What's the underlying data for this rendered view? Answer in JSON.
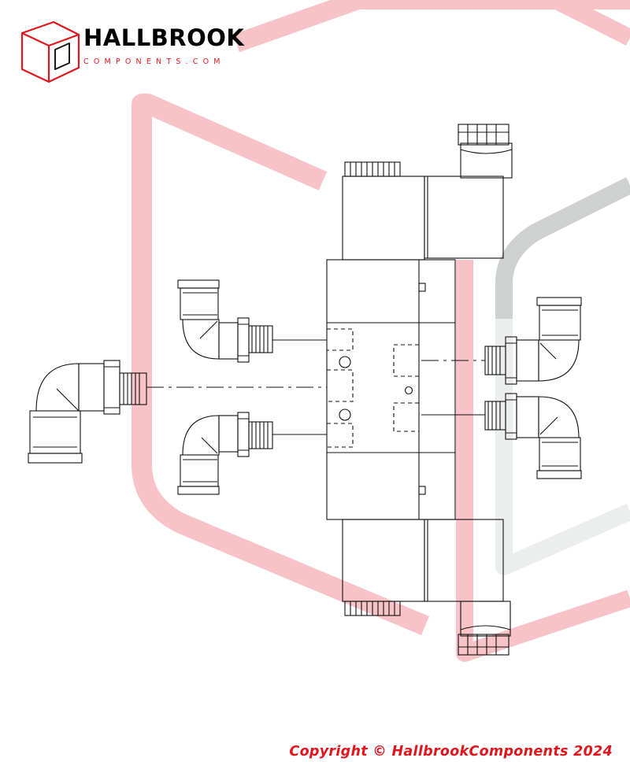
{
  "logo": {
    "name": "HALLBROOK",
    "tagline": "COMPONENTS.COM"
  },
  "footer": {
    "copyright": "Copyright © HallbrookComponents 2024"
  },
  "colors": {
    "brand_red": "#e0161e",
    "watermark_red": "#f7c3c6",
    "watermark_grey": "#cfd1d0",
    "watermark_light": "#eceeed",
    "line": "#111111"
  },
  "drawing": {
    "subject": "5-port double solenoid valve with push-in elbow fittings"
  }
}
